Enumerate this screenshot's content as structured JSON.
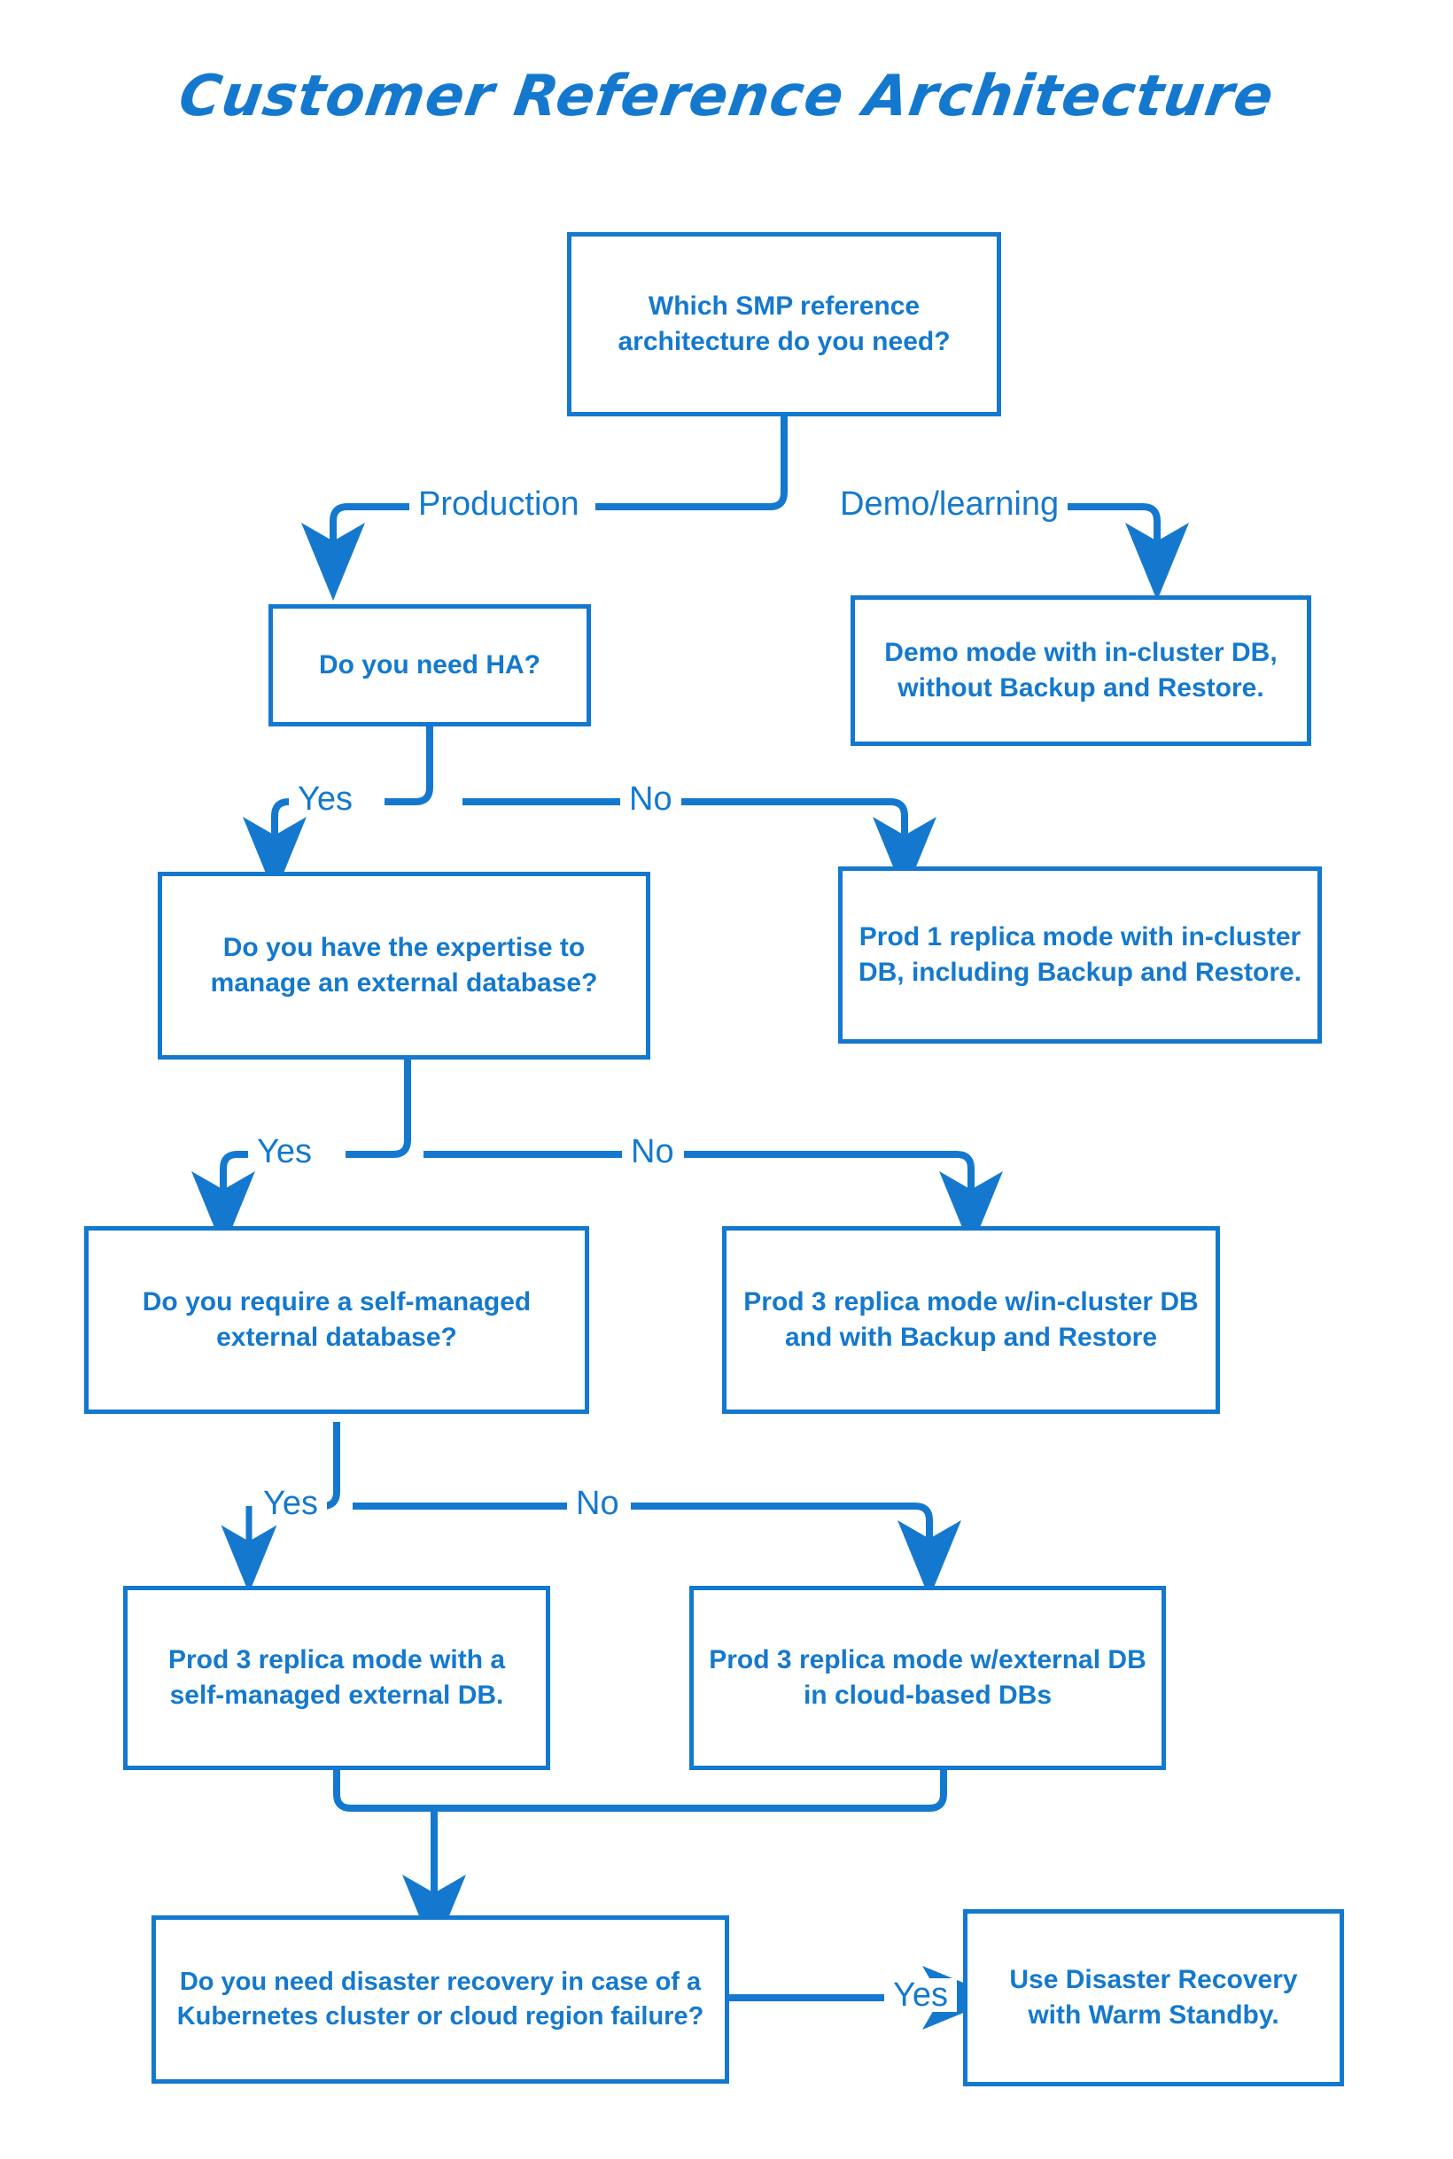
{
  "title": "Customer Reference Architecture",
  "colors": {
    "accent": "#1479ce",
    "background": "#ffffff"
  },
  "nodes": {
    "root": "Which SMP reference architecture do you need?",
    "ha": "Do you need HA?",
    "demo_mode": "Demo mode with in-cluster DB, without Backup and Restore.",
    "expertise": "Do you have the expertise to manage an external database?",
    "prod1": "Prod 1 replica mode with in-cluster DB, including Backup and Restore.",
    "self_managed_q": "Do you require a self-managed external database?",
    "prod3_incluster": "Prod 3 replica mode w/in-cluster DB and with Backup and Restore",
    "prod3_selfmanaged": "Prod 3 replica mode with a self-managed external DB.",
    "prod3_cloud": "Prod 3 replica mode w/external DB in cloud-based DBs",
    "dr_question": "Do you need disaster recovery in case of a Kubernetes cluster or cloud region failure?",
    "dr_answer": "Use Disaster Recovery with Warm Standby."
  },
  "edge_labels": {
    "production": "Production",
    "demo_learning": "Demo/learning",
    "ha_yes": "Yes",
    "ha_no": "No",
    "expertise_yes": "Yes",
    "expertise_no": "No",
    "selfmanaged_yes": "Yes",
    "selfmanaged_no": "No",
    "dr_yes": "Yes"
  }
}
